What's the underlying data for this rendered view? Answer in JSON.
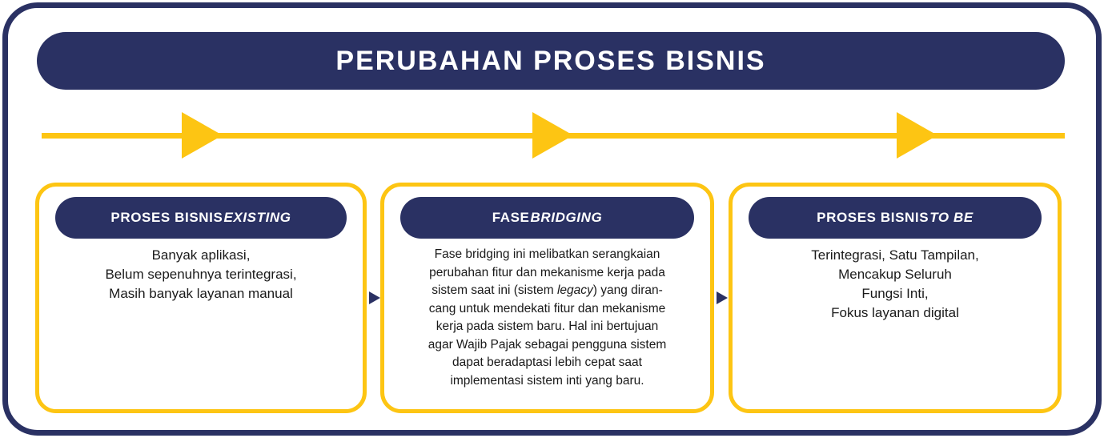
{
  "title": "PERUBAHAN PROSES BISNIS",
  "colors": {
    "navy": "#2A3163",
    "yellow": "#FDC513",
    "body_text": "#1A1A1A",
    "header_text": "#FFFFFF"
  },
  "timeline": {
    "direction": "left-to-right",
    "arrowhead_count": 3
  },
  "boxes": [
    {
      "header": "PROSES BISNIS *EXISTING*",
      "lines": [
        "Banyak aplikasi,",
        "Belum sepenuhnya terintegrasi,",
        "Masih banyak layanan manual"
      ]
    },
    {
      "header": "FASE *BRIDGING*",
      "lines": [
        "Fase bridging ini melibatkan serangkaian",
        "perubahan fitur dan mekanisme kerja pada",
        "sistem saat ini (sistem *legacy*) yang diran-",
        "cang untuk mendekati fitur dan mekanisme",
        "kerja pada sistem baru. Hal ini bertujuan",
        "agar Wajib Pajak sebagai pengguna sistem",
        "dapat beradaptasi lebih cepat saat",
        "implementasi sistem inti yang baru."
      ]
    },
    {
      "header": "PROSES BISNIS *TO BE*",
      "lines": [
        "Terintegrasi, Satu Tampilan,",
        "Mencakup Seluruh",
        "Fungsi Inti,",
        "Fokus layanan digital"
      ]
    }
  ]
}
